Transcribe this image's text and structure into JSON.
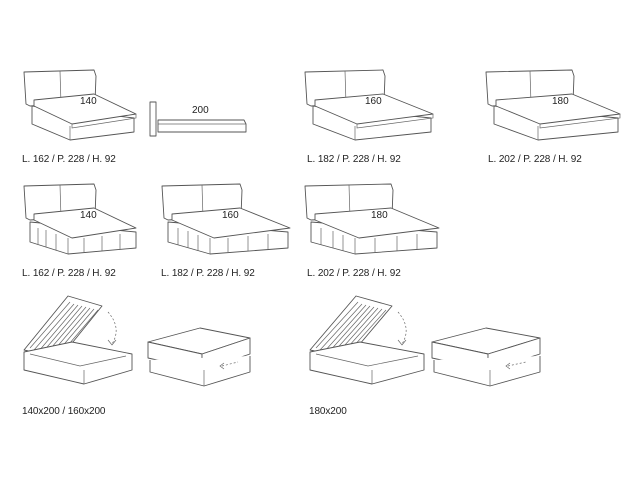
{
  "row1": {
    "bed_140": {
      "width_label": "140",
      "caption": "L. 162 / P. 228 / H. 92"
    },
    "side_view": {
      "length_label": "200"
    },
    "bed_160": {
      "width_label": "160",
      "caption": "L. 182 / P. 228 / H. 92"
    },
    "bed_180": {
      "width_label": "180",
      "caption": "L. 202 / P. 228 / H. 92"
    }
  },
  "row2": {
    "bed_140": {
      "width_label": "140",
      "caption": "L. 162 / P. 228 / H. 92"
    },
    "bed_160": {
      "width_label": "160",
      "caption": "L. 182 / P. 228 / H. 92"
    },
    "bed_180": {
      "width_label": "180",
      "caption": "L. 202 / P. 228 / H. 92"
    }
  },
  "row3": {
    "storage_small": {
      "caption": "140x200 / 160x200"
    },
    "storage_large": {
      "caption": "180x200"
    }
  }
}
